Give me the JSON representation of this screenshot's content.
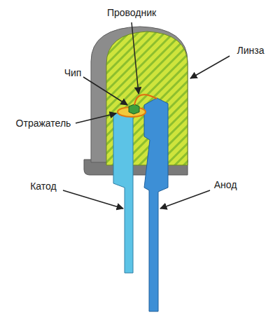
{
  "diagram": {
    "labels": [
      "Проводник",
      "Чип",
      "Линза",
      "Отражатель",
      "Катод",
      "Анод"
    ]
  }
}
